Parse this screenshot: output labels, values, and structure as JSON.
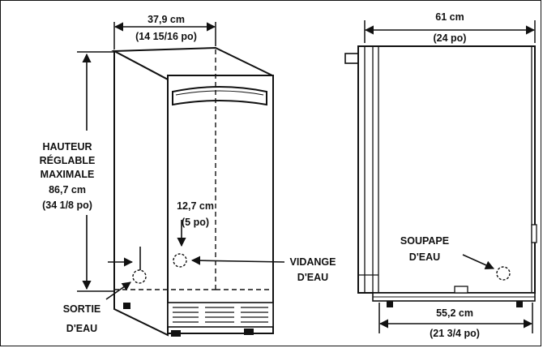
{
  "front_view": {
    "width_cm": "37,9 cm",
    "width_po": "(14 15/16 po)",
    "height_title_1": "HAUTEUR",
    "height_title_2": "RÉGLABLE",
    "height_title_3": "MAXIMALE",
    "height_cm": "86,7 cm",
    "height_po": "(34 1/8 po)",
    "offset_cm": "12,7 cm",
    "offset_po": "(5 po)",
    "drain_label_1": "VIDANGE",
    "drain_label_2": "D'EAU",
    "outlet_label_1": "SORTIE",
    "outlet_label_2": "D'EAU"
  },
  "side_view": {
    "depth_cm": "61 cm",
    "depth_po": "(24 po)",
    "base_cm": "55,2 cm",
    "base_po": "(21 3/4 po)",
    "valve_label_1": "SOUPAPE",
    "valve_label_2": "D'EAU"
  },
  "colors": {
    "ink": "#111111",
    "paper": "#ffffff"
  }
}
